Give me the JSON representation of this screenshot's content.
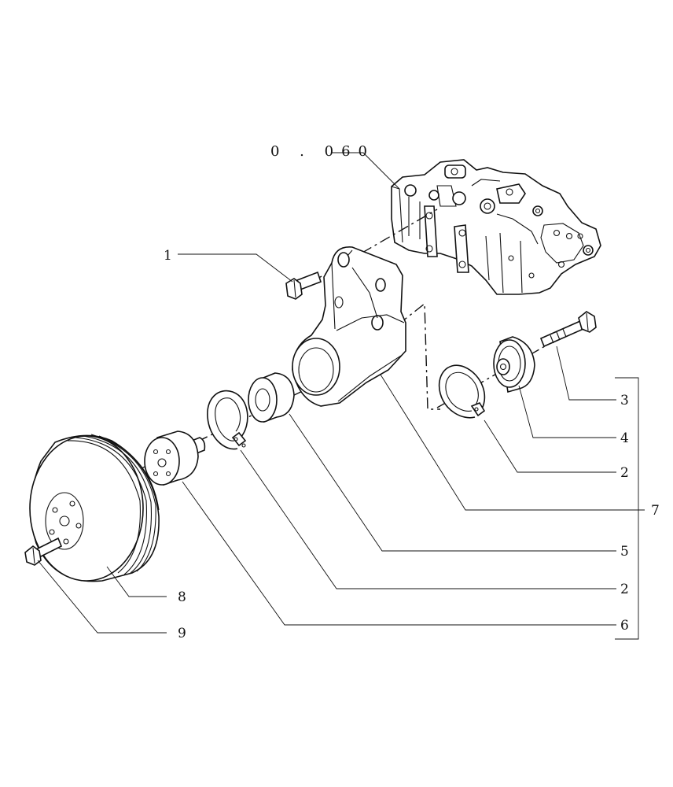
{
  "reference": "0 . 060",
  "callouts": {
    "c1": "1",
    "c2a": "2",
    "c2b": "2",
    "c3": "3",
    "c4": "4",
    "c5": "5",
    "c6": "6",
    "c7": "7",
    "c8": "8",
    "c9": "9"
  },
  "colors": {
    "line": "#111111",
    "background": "#ffffff"
  }
}
